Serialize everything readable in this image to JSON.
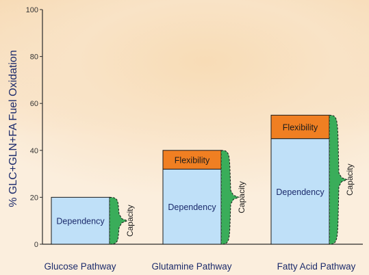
{
  "chart_data": {
    "type": "bar",
    "ylabel": "% GLC+GLN+FA Fuel Oxidation",
    "ylim": [
      0,
      100
    ],
    "yticks": [
      0,
      20,
      40,
      60,
      80,
      100
    ],
    "categories": [
      "Glucose Pathway",
      "Glutamine Pathway",
      "Fatty Acid Pathway"
    ],
    "series": [
      {
        "name": "Dependency",
        "values": [
          20,
          32,
          45
        ],
        "color": "#bfe0f8"
      },
      {
        "name": "Flexibility",
        "values": [
          0,
          8,
          10
        ],
        "color": "#f07f22"
      }
    ],
    "bracket_label": "Capacity",
    "bracket_color": "#3aad5a",
    "grid": false,
    "legend": "none"
  }
}
